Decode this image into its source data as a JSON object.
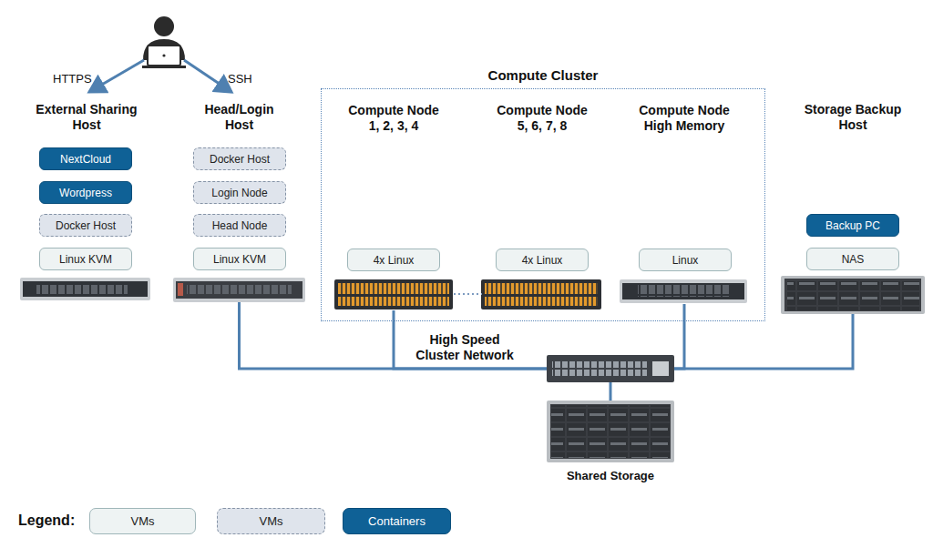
{
  "diagram": {
    "nodes": [
      {
        "text": [
          "External Sharing Host"
        ]
      },
      {
        "text": [
          "NextCloud"
        ],
        "in": 0
      },
      {
        "text": [
          "Wordpress"
        ],
        "in": 0
      },
      {
        "text": [
          "Docker Host"
        ],
        "in": 0
      },
      {
        "text": [
          "Linux KVM"
        ],
        "in": 0
      },
      {
        "text": [
          "Head/Login Host"
        ]
      },
      {
        "text": [
          "Docker Host"
        ],
        "in": 5
      },
      {
        "text": [
          "Login Node"
        ],
        "in": 5
      },
      {
        "text": [
          "Head Node"
        ],
        "in": 5
      },
      {
        "text": [
          "Linux KVM"
        ],
        "in": 5
      },
      {
        "text": [
          "Compute Cluster"
        ]
      },
      {
        "text": [
          "Compute Node 1, 2, 3, 4"
        ],
        "in": 10
      },
      {
        "text": [
          "4x Linux"
        ],
        "in": 11
      },
      {
        "text": [
          "Compute Node 5, 6, 7, 8"
        ],
        "in": 10
      },
      {
        "text": [
          "4x Linux"
        ],
        "in": 13
      },
      {
        "text": [
          "Compute Node High Memory"
        ],
        "in": 10
      },
      {
        "text": [
          "Linux"
        ],
        "in": 15
      },
      {
        "text": [
          "Storage Backup Host"
        ]
      },
      {
        "text": [
          "Backup PC"
        ],
        "in": 17
      },
      {
        "text": [
          "NAS"
        ],
        "in": 17
      },
      {
        "text": [
          "High Speed Cluster Network"
        ]
      },
      {
        "text": [
          "Shared Storage"
        ]
      }
    ],
    "edges": [
      {
        "from": 5,
        "to": 20,
        "arrow": "none"
      },
      {
        "from": 11,
        "to": 20,
        "arrow": "none"
      },
      {
        "from": 15,
        "to": 20,
        "arrow": "none"
      },
      {
        "from": 17,
        "to": 20,
        "arrow": "none"
      },
      {
        "from": 20,
        "to": 21,
        "arrow": "none"
      },
      {
        "from": 11,
        "to": 13,
        "arrow": "none"
      }
    ],
    "labels": [
      "HTTPS",
      "SSH",
      "Legend:"
    ],
    "legend": [
      {
        "text": "VMs",
        "color": "#eef3f3"
      },
      {
        "text": "VMs",
        "color": "#dfe4ec"
      },
      {
        "text": "Containers",
        "color": "#0f6196"
      }
    ]
  }
}
